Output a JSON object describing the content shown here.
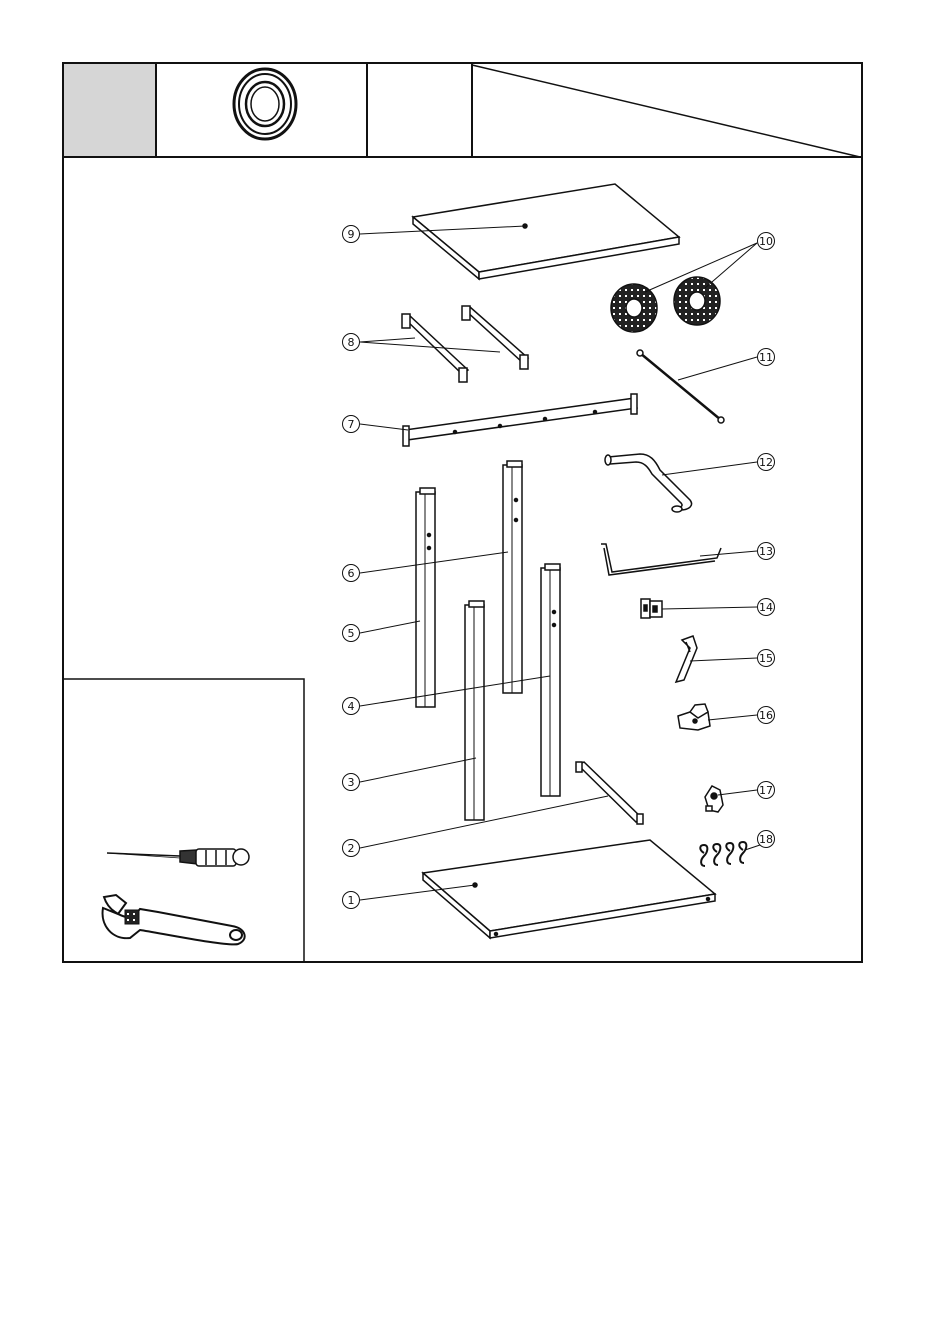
{
  "diagram": {
    "parts": [
      {
        "number": "1",
        "name": "bottom-shelf"
      },
      {
        "number": "2",
        "name": "lower-crossbar"
      },
      {
        "number": "3",
        "name": "front-leg-left"
      },
      {
        "number": "4",
        "name": "front-leg-right"
      },
      {
        "number": "5",
        "name": "rear-leg-left"
      },
      {
        "number": "6",
        "name": "rear-leg-right"
      },
      {
        "number": "7",
        "name": "upper-crossbar"
      },
      {
        "number": "8",
        "name": "side-brackets"
      },
      {
        "number": "9",
        "name": "top-shelf"
      },
      {
        "number": "10",
        "name": "wheels"
      },
      {
        "number": "11",
        "name": "axle"
      },
      {
        "number": "12",
        "name": "handle"
      },
      {
        "number": "13",
        "name": "tool-bar"
      },
      {
        "number": "14",
        "name": "hinge-clip"
      },
      {
        "number": "15",
        "name": "hook-bracket"
      },
      {
        "number": "16",
        "name": "latch"
      },
      {
        "number": "17",
        "name": "mount-clip"
      },
      {
        "number": "18",
        "name": "s-hooks"
      }
    ],
    "tools": [
      "screwdriver-icon",
      "adjustable-wrench-icon"
    ],
    "header_icon": "ring-washer-icon"
  }
}
